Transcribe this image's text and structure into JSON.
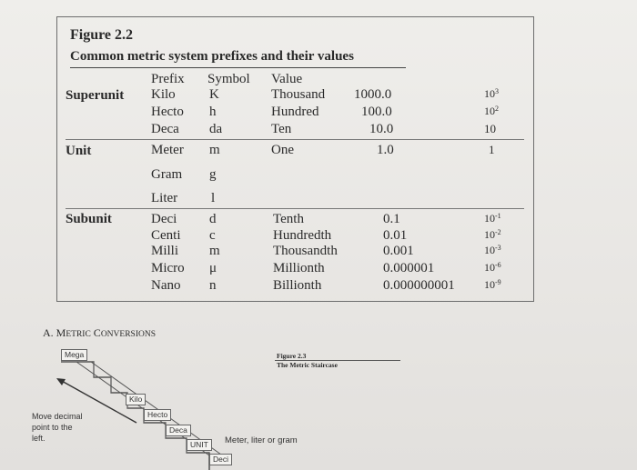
{
  "figure": {
    "number": "Figure 2.2",
    "caption": "Common metric system prefixes and their values",
    "headers": {
      "prefix": "Prefix",
      "symbol": "Symbol",
      "value": "Value"
    },
    "groups": {
      "superunit": "Superunit",
      "unit": "Unit",
      "subunit": "Subunit"
    },
    "rows": [
      {
        "prefix": "Kilo",
        "symbol": "K",
        "word": "Thousand",
        "decimal": "1000.0",
        "base": "10",
        "exp": "3"
      },
      {
        "prefix": "Hecto",
        "symbol": "h",
        "word": "Hundred",
        "decimal": "100.0",
        "base": "10",
        "exp": "2"
      },
      {
        "prefix": "Deca",
        "symbol": "da",
        "word": "Ten",
        "decimal": "10.0",
        "base": "10",
        "exp": ""
      },
      {
        "prefix": "Meter",
        "symbol": "m",
        "word": "One",
        "decimal": "1.0",
        "base": "1",
        "exp": ""
      },
      {
        "prefix": "Gram",
        "symbol": "g"
      },
      {
        "prefix": "Liter",
        "symbol": "l"
      },
      {
        "prefix": "Deci",
        "symbol": "d",
        "word": "Tenth",
        "decimal": "0.1",
        "base": "10",
        "exp": "-1"
      },
      {
        "prefix": "Centi",
        "symbol": "c",
        "word": "Hundredth",
        "decimal": "0.01",
        "base": "10",
        "exp": "-2"
      },
      {
        "prefix": "Milli",
        "symbol": "m",
        "word": "Thousandth",
        "decimal": "0.001",
        "base": "10",
        "exp": "-3"
      },
      {
        "prefix": "Micro",
        "symbol": "μ",
        "word": "Millionth",
        "decimal": "0.000001",
        "base": "10",
        "exp": "-6"
      },
      {
        "prefix": "Nano",
        "symbol": "n",
        "word": "Billionth",
        "decimal": "0.000000001",
        "base": "10",
        "exp": "-9"
      }
    ]
  },
  "section": {
    "letter": "A.",
    "title_cap1": "M",
    "title_sc1": "ETRIC",
    "title_cap2": "C",
    "title_sc2": "ONVERSIONS"
  },
  "staircase": {
    "figure_number": "Figure 2.3",
    "figure_title": "The Metric Staircase",
    "steps": [
      "Mega",
      "Kilo",
      "Hecto",
      "Deca",
      "UNIT",
      "Deci"
    ],
    "unit_note": "Meter, liter or gram",
    "move_note_1": "Move decimal",
    "move_note_2": "point to the",
    "move_note_3": "left."
  }
}
